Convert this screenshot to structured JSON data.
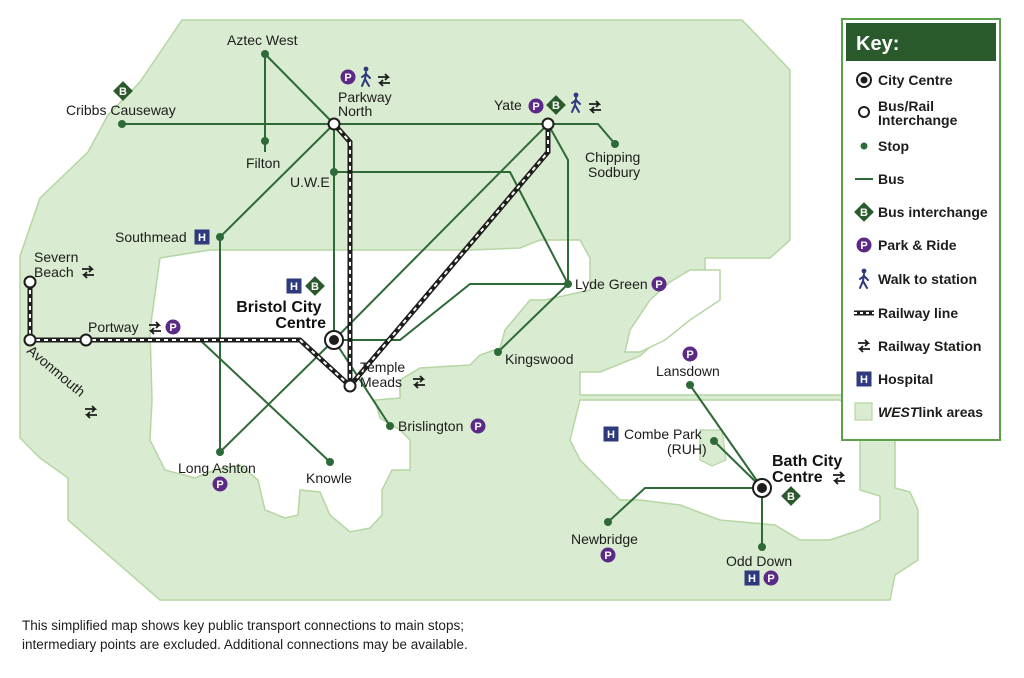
{
  "colors": {
    "area_fill": "#d9ebd0",
    "area_stroke": "#b6d6a4",
    "route": "#2d6a37",
    "stop": "#2d6a37",
    "key_header": "#2a5a2c",
    "park_ride": "#5b2a86",
    "hospital": "#2e3a7d",
    "railway": "#1d1d1b"
  },
  "places": {
    "aztec_west": "Aztec West",
    "parkway_north": [
      "Parkway",
      "North"
    ],
    "cribbs_causeway": "Cribbs Causeway",
    "filton": "Filton",
    "yate": "Yate",
    "chipping_sodbury": [
      "Chipping",
      "Sodbury"
    ],
    "uwe": "U.W.E",
    "southmead": "Southmead",
    "severn_beach": [
      "Severn",
      "Beach"
    ],
    "portway": "Portway",
    "avonmouth": "Avonmouth",
    "bristol_city_centre": [
      "Bristol City",
      "Centre"
    ],
    "temple_meads": [
      "Temple",
      "Meads"
    ],
    "lyde_green": "Lyde Green",
    "kingswood": "Kingswood",
    "brislington": "Brislington",
    "long_ashton": "Long Ashton",
    "knowle": "Knowle",
    "lansdown": "Lansdown",
    "combe_park": [
      "Combe Park",
      "(RUH)"
    ],
    "bath_city_centre": [
      "Bath City",
      "Centre"
    ],
    "newbridge": "Newbridge",
    "odd_down": "Odd Down"
  },
  "symbols": {
    "park_ride_letter": "P",
    "hospital_letter": "H",
    "bus_interchange_letter": "B",
    "walk_icon": "walk-to-station",
    "rail_icon": "railway-station"
  },
  "legend": {
    "title": "Key:",
    "items": [
      {
        "id": "city-centre",
        "label": "City Centre"
      },
      {
        "id": "bus-rail-interchange",
        "label": [
          "Bus/Rail",
          "Interchange"
        ]
      },
      {
        "id": "stop",
        "label": "Stop"
      },
      {
        "id": "bus",
        "label": "Bus"
      },
      {
        "id": "bus-interchange",
        "label": "Bus interchange"
      },
      {
        "id": "park-ride",
        "label": "Park & Ride"
      },
      {
        "id": "walk-to-station",
        "label": "Walk to station"
      },
      {
        "id": "railway-line",
        "label": "Railway line"
      },
      {
        "id": "railway-station",
        "label": "Railway Station"
      },
      {
        "id": "hospital",
        "label": "Hospital"
      },
      {
        "id": "westlink-areas",
        "label_bold_italic": "WEST",
        "label_rest": "link areas"
      }
    ]
  },
  "footer": {
    "line1": "This simplified map shows key public transport connections to main stops;",
    "line2": "intermediary points are excluded. Additional connections may be available."
  }
}
